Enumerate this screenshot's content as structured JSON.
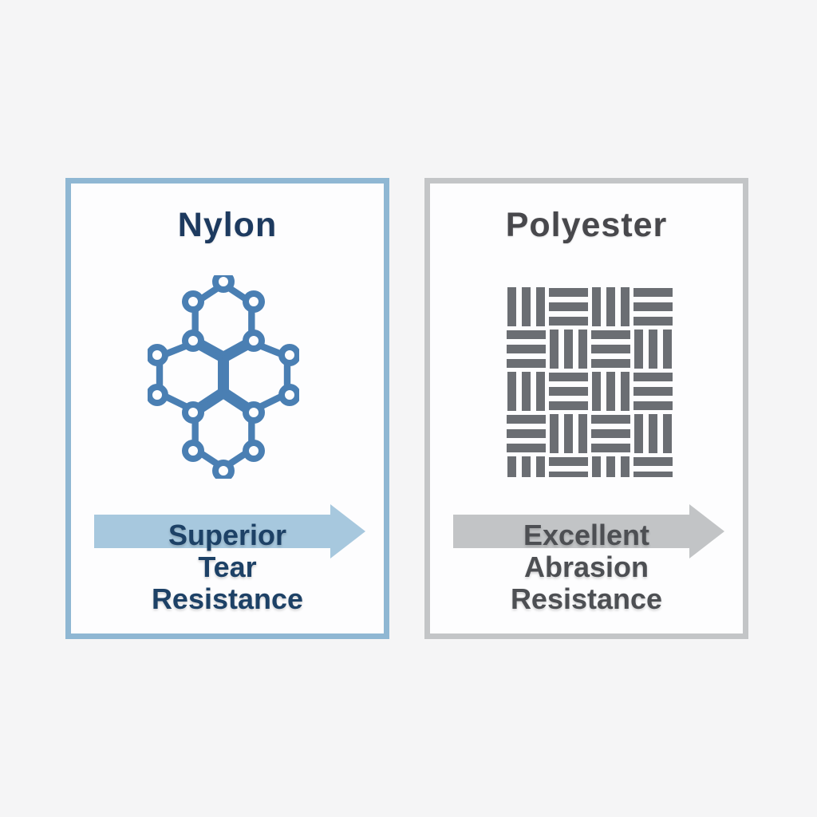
{
  "page": {
    "background_color": "#f5f5f6",
    "card_background_color": "#fdfdfe"
  },
  "panels": [
    {
      "id": "nylon",
      "title": "Nylon",
      "icon": "molecule-icon",
      "feature_lines": [
        "Superior",
        "Tear",
        "Resistance"
      ],
      "colors": {
        "border": "#8fb7d3",
        "title": "#1d3a5f",
        "icon": "#4a7fb3",
        "arrow": "#a7c8de",
        "text": "#1d4166"
      }
    },
    {
      "id": "polyester",
      "title": "Polyester",
      "icon": "weave-icon",
      "feature_lines": [
        "Excellent",
        "Abrasion",
        "Resistance"
      ],
      "colors": {
        "border": "#c3c5c7",
        "title": "#48484c",
        "icon": "#6b6e73",
        "arrow": "#c2c4c6",
        "text": "#4d4f53"
      }
    }
  ]
}
